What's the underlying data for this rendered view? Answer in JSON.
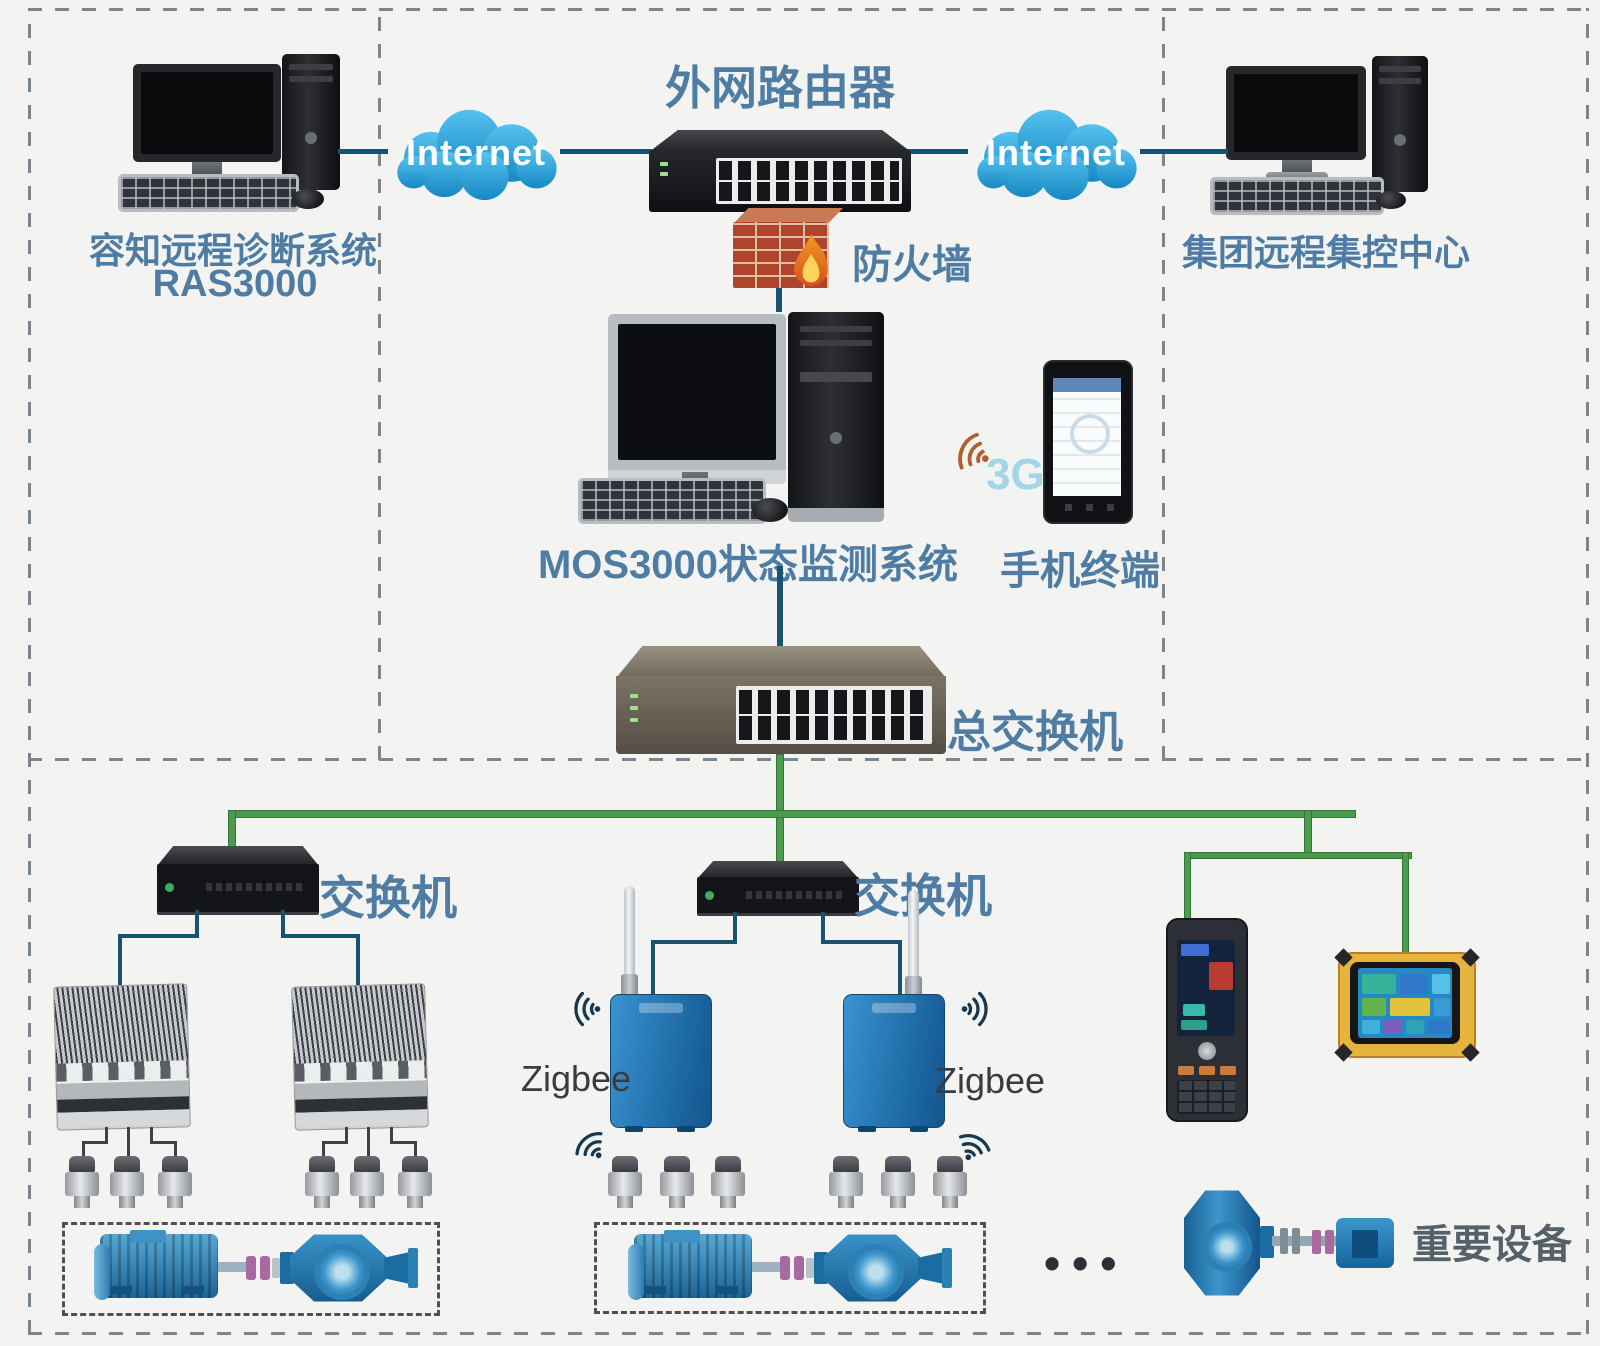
{
  "colors": {
    "background": "#f3f4f2",
    "label_blue": "#4e7ca3",
    "line_teal": "#1a536f",
    "line_green": "#4c9c4e",
    "cloud_blue": "#27a3dd",
    "device_blue": "#2176b5",
    "firewall_brick": "#ad452d",
    "wireless_orange": "#b0602c"
  },
  "top_left": {
    "label_line1": "容知远程诊断系统",
    "label_line2": "RAS3000"
  },
  "top_right": {
    "label": "集团远程集控中心"
  },
  "top_center": {
    "router_title": "外网路由器",
    "internet_left_label": "Internet",
    "internet_right_label": "Internet",
    "firewall_label": "防火墙",
    "server_label": "MOS3000状态监测系统",
    "mobile_label": "手机终端",
    "mobile_network_label": "3G",
    "main_switch_label": "总交换机"
  },
  "bottom": {
    "left_switch_label": "交换机",
    "middle_switch_label": "交换机",
    "zigbee_left_label": "Zigbee",
    "zigbee_right_label": "Zigbee",
    "ellipsis": "•••",
    "important_equipment_label": "重要设备"
  }
}
